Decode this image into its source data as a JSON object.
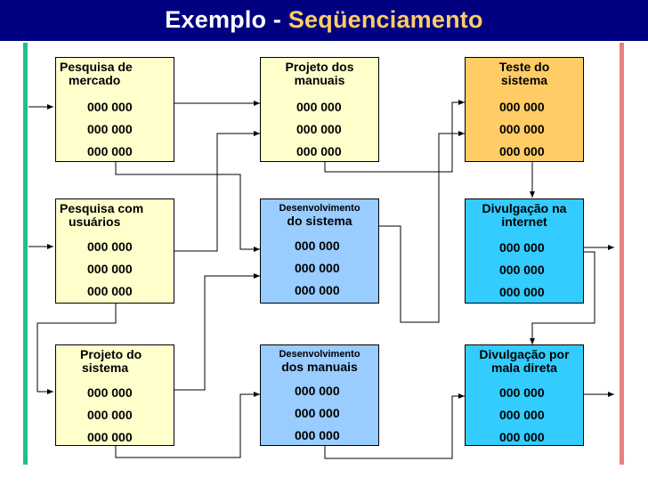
{
  "title": {
    "main": "Exemplo - ",
    "highlight": "Seqüenciamento"
  },
  "colors": {
    "title_bg": "#000080",
    "title_accent": "#ffcc66",
    "left_bar": "#1fbf8f",
    "right_bar": "#e88080",
    "yellow_box": "#ffffcc",
    "orange_box": "#ffcc66",
    "light_blue_box": "#99ccff",
    "cyan_box": "#33ccff"
  },
  "boxes": [
    {
      "id": "pesquisa-mercado",
      "title1": "Pesquisa de",
      "title2": "mercado",
      "values": [
        "000 000",
        "000 000",
        "000 000"
      ]
    },
    {
      "id": "projeto-manuais",
      "title1": "Projeto dos",
      "title2": "manuais",
      "values": [
        "000 000",
        "000 000",
        "000 000"
      ]
    },
    {
      "id": "teste-sistema",
      "title1": "Teste do",
      "title2": "sistema",
      "values": [
        "000 000",
        "000 000",
        "000 000"
      ]
    },
    {
      "id": "pesquisa-usuarios",
      "title1": "Pesquisa com",
      "title2": "usuários",
      "values": [
        "000 000",
        "000 000",
        "000 000"
      ]
    },
    {
      "id": "desenv-sistema",
      "title1": "Desenvolvimento",
      "title2": "do sistema",
      "values": [
        "000 000",
        "000 000",
        "000 000"
      ]
    },
    {
      "id": "divulgacao-internet",
      "title1": "Divulgação na",
      "title2": "internet",
      "values": [
        "000 000",
        "000 000",
        "000 000"
      ]
    },
    {
      "id": "projeto-sistema",
      "title1": "Projeto do",
      "title2": "sistema",
      "values": [
        "000 000",
        "000 000",
        "000 000"
      ]
    },
    {
      "id": "desenv-manuais",
      "title1": "Desenvolvimento",
      "title2": "dos manuais",
      "values": [
        "000 000",
        "000 000",
        "000 000"
      ]
    },
    {
      "id": "divulgacao-mala",
      "title1": "Divulgação por",
      "title2": "mala direta",
      "values": [
        "000 000",
        "000 000",
        "000 000"
      ]
    }
  ]
}
